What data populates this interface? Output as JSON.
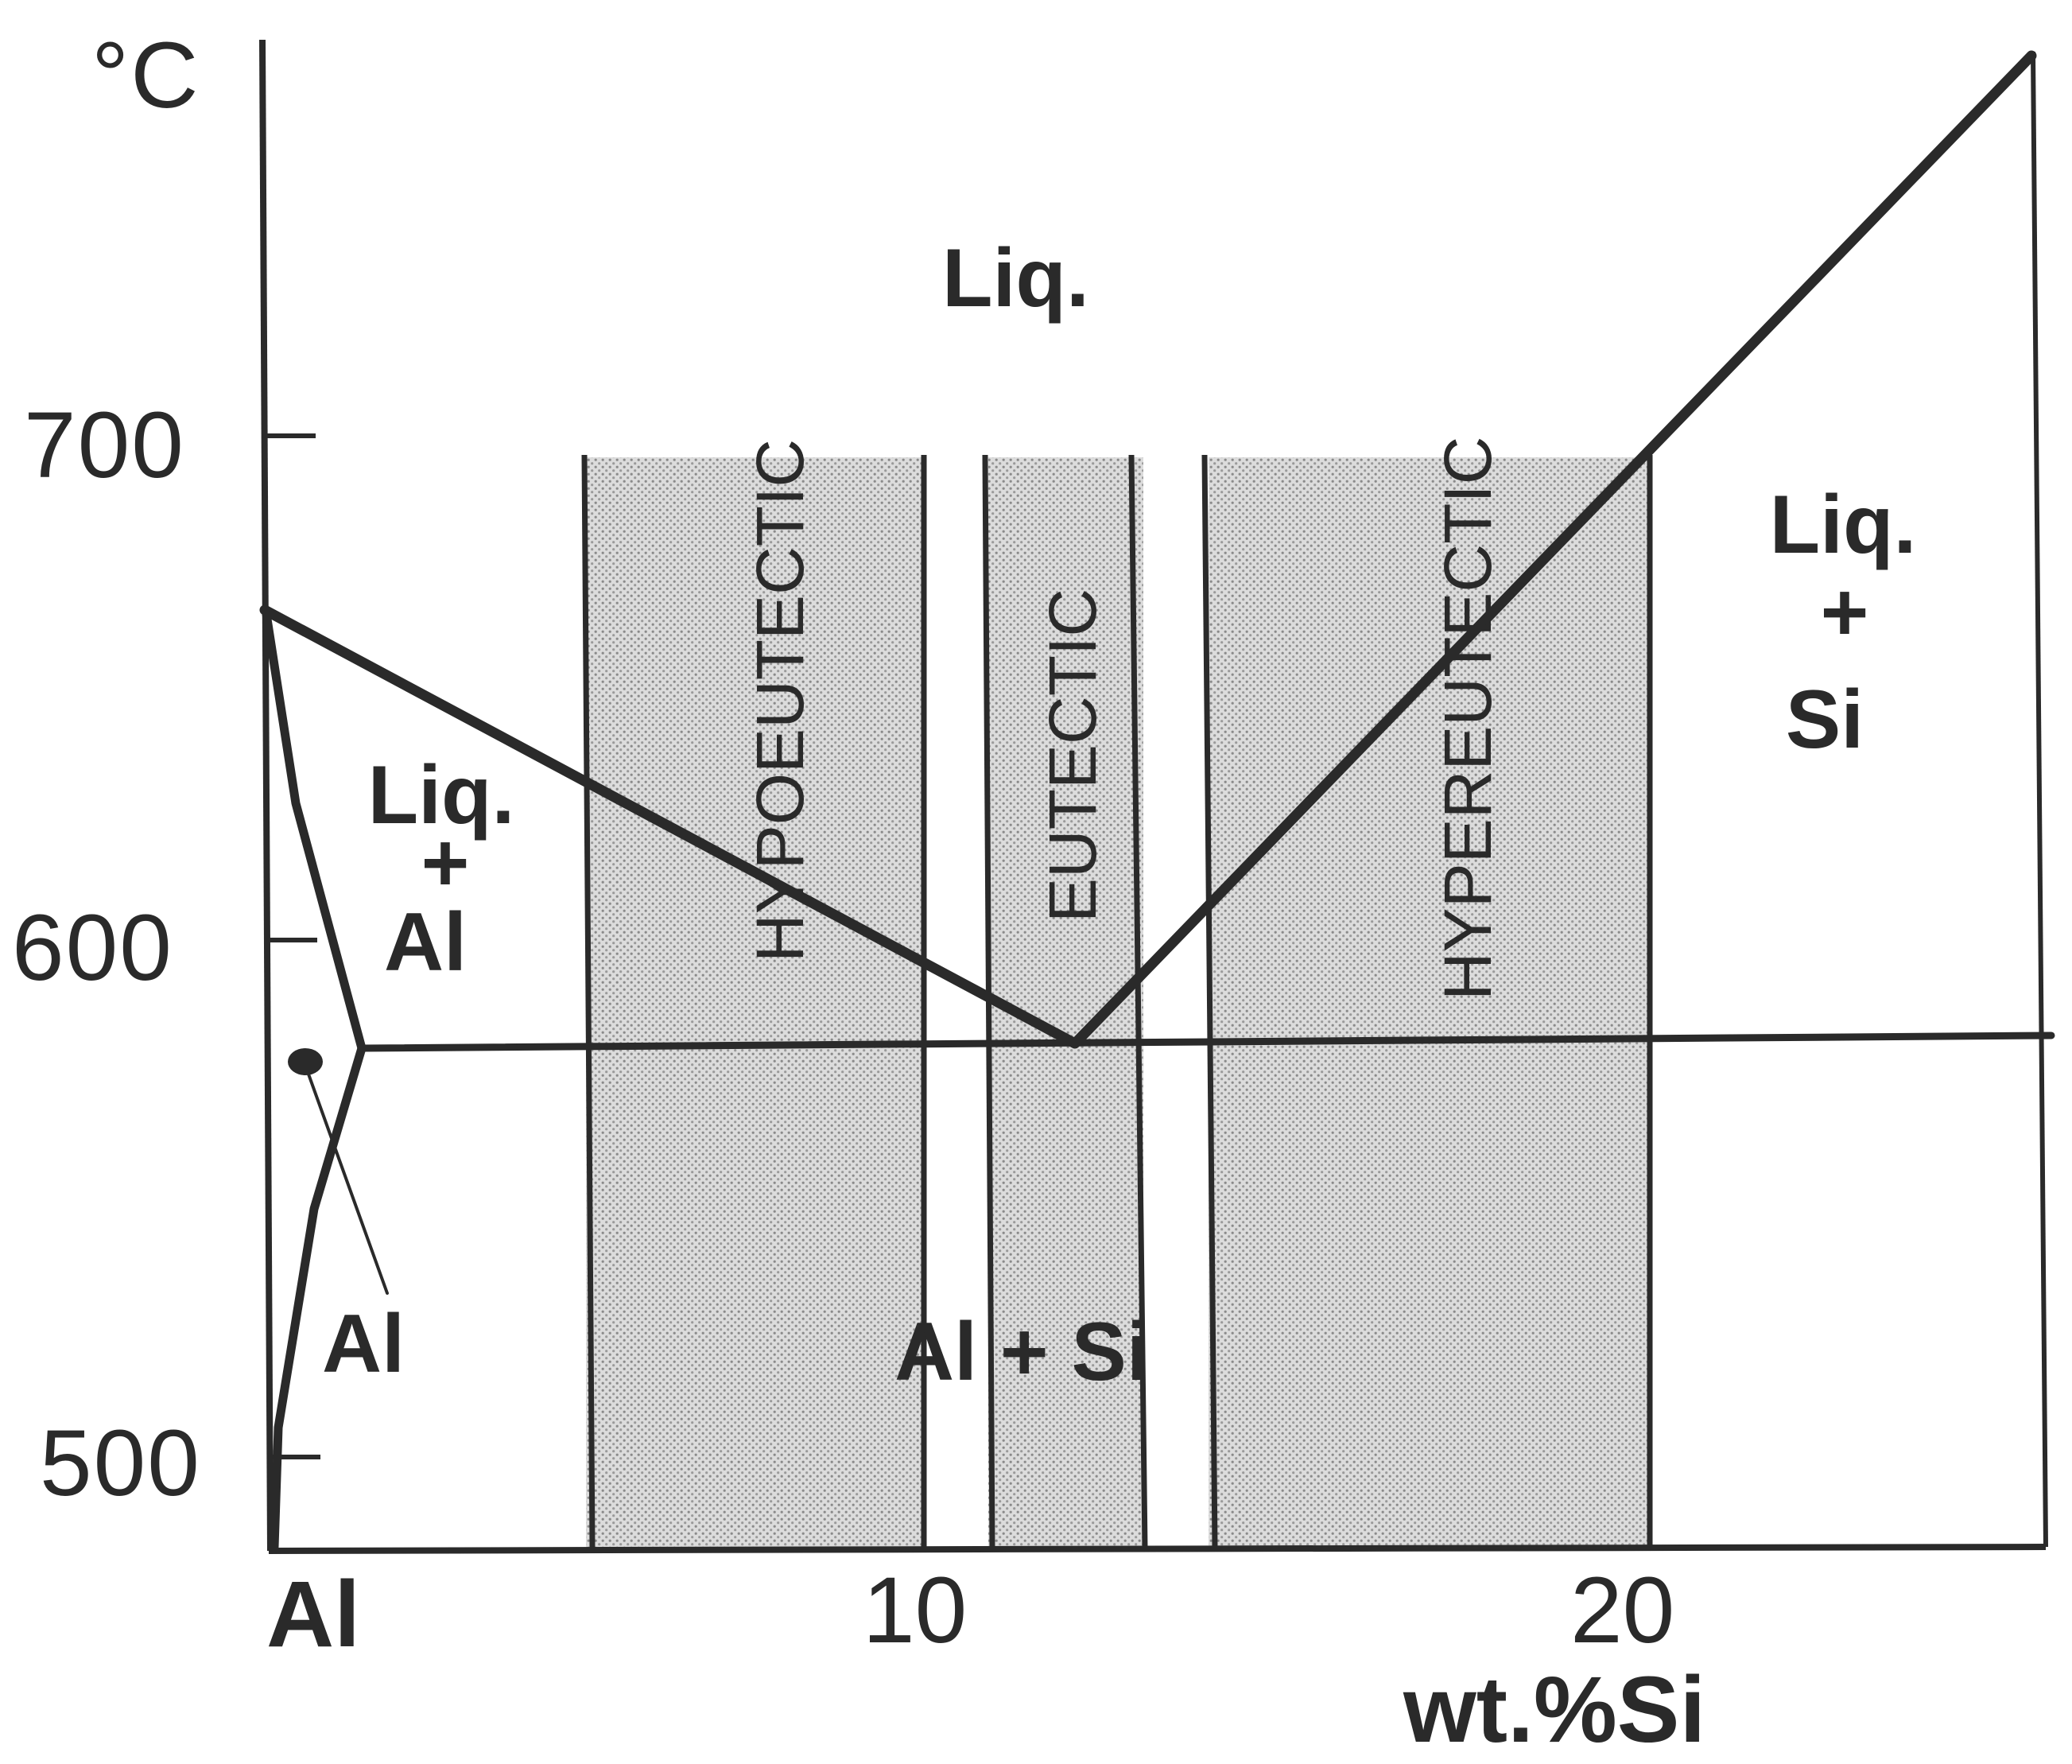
{
  "diagram": {
    "y_unit": "°C",
    "y_ticks": [
      "700",
      "600",
      "500"
    ],
    "x_origin_label": "Al",
    "x_ticks": [
      "10",
      "20"
    ],
    "x_axis_label": "wt.%Si",
    "regions": {
      "liquid": "Liq.",
      "liquid_al_top": "Liq.",
      "liquid_al_plus": "+",
      "liquid_al_bottom": "Al",
      "liquid_si_top": "Liq.",
      "liquid_si_plus": "+",
      "liquid_si_bottom": "Si",
      "al_solid": "Al",
      "al_si": "Al + Si"
    },
    "bands": [
      "HYPOEUTECTIC",
      "EUTECTIC",
      "HYPEREUTECTIC"
    ],
    "colors": {
      "ink": "#2a2a2a",
      "shade": "#bdbdbd",
      "background": "#ffffff"
    }
  }
}
